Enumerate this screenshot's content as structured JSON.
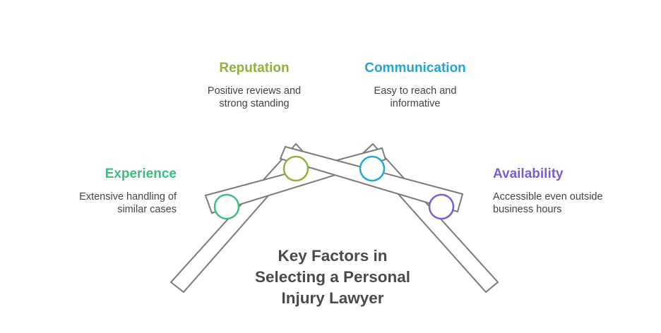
{
  "title": "Key Factors in Selecting a Personal Injury Lawyer",
  "factors": {
    "experience": {
      "title": "Experience",
      "description": "Extensive handling of similar cases",
      "color": "#3dbd7d"
    },
    "reputation": {
      "title": "Reputation",
      "description": "Positive reviews and strong standing",
      "color": "#8db33a"
    },
    "communication": {
      "title": "Communication",
      "description": "Easy to reach and informative",
      "color": "#22a6d1"
    },
    "availability": {
      "title": "Availability",
      "description": "Accessible even outside business hours",
      "color": "#7b5cd6"
    }
  },
  "stroke_color": "#777777"
}
